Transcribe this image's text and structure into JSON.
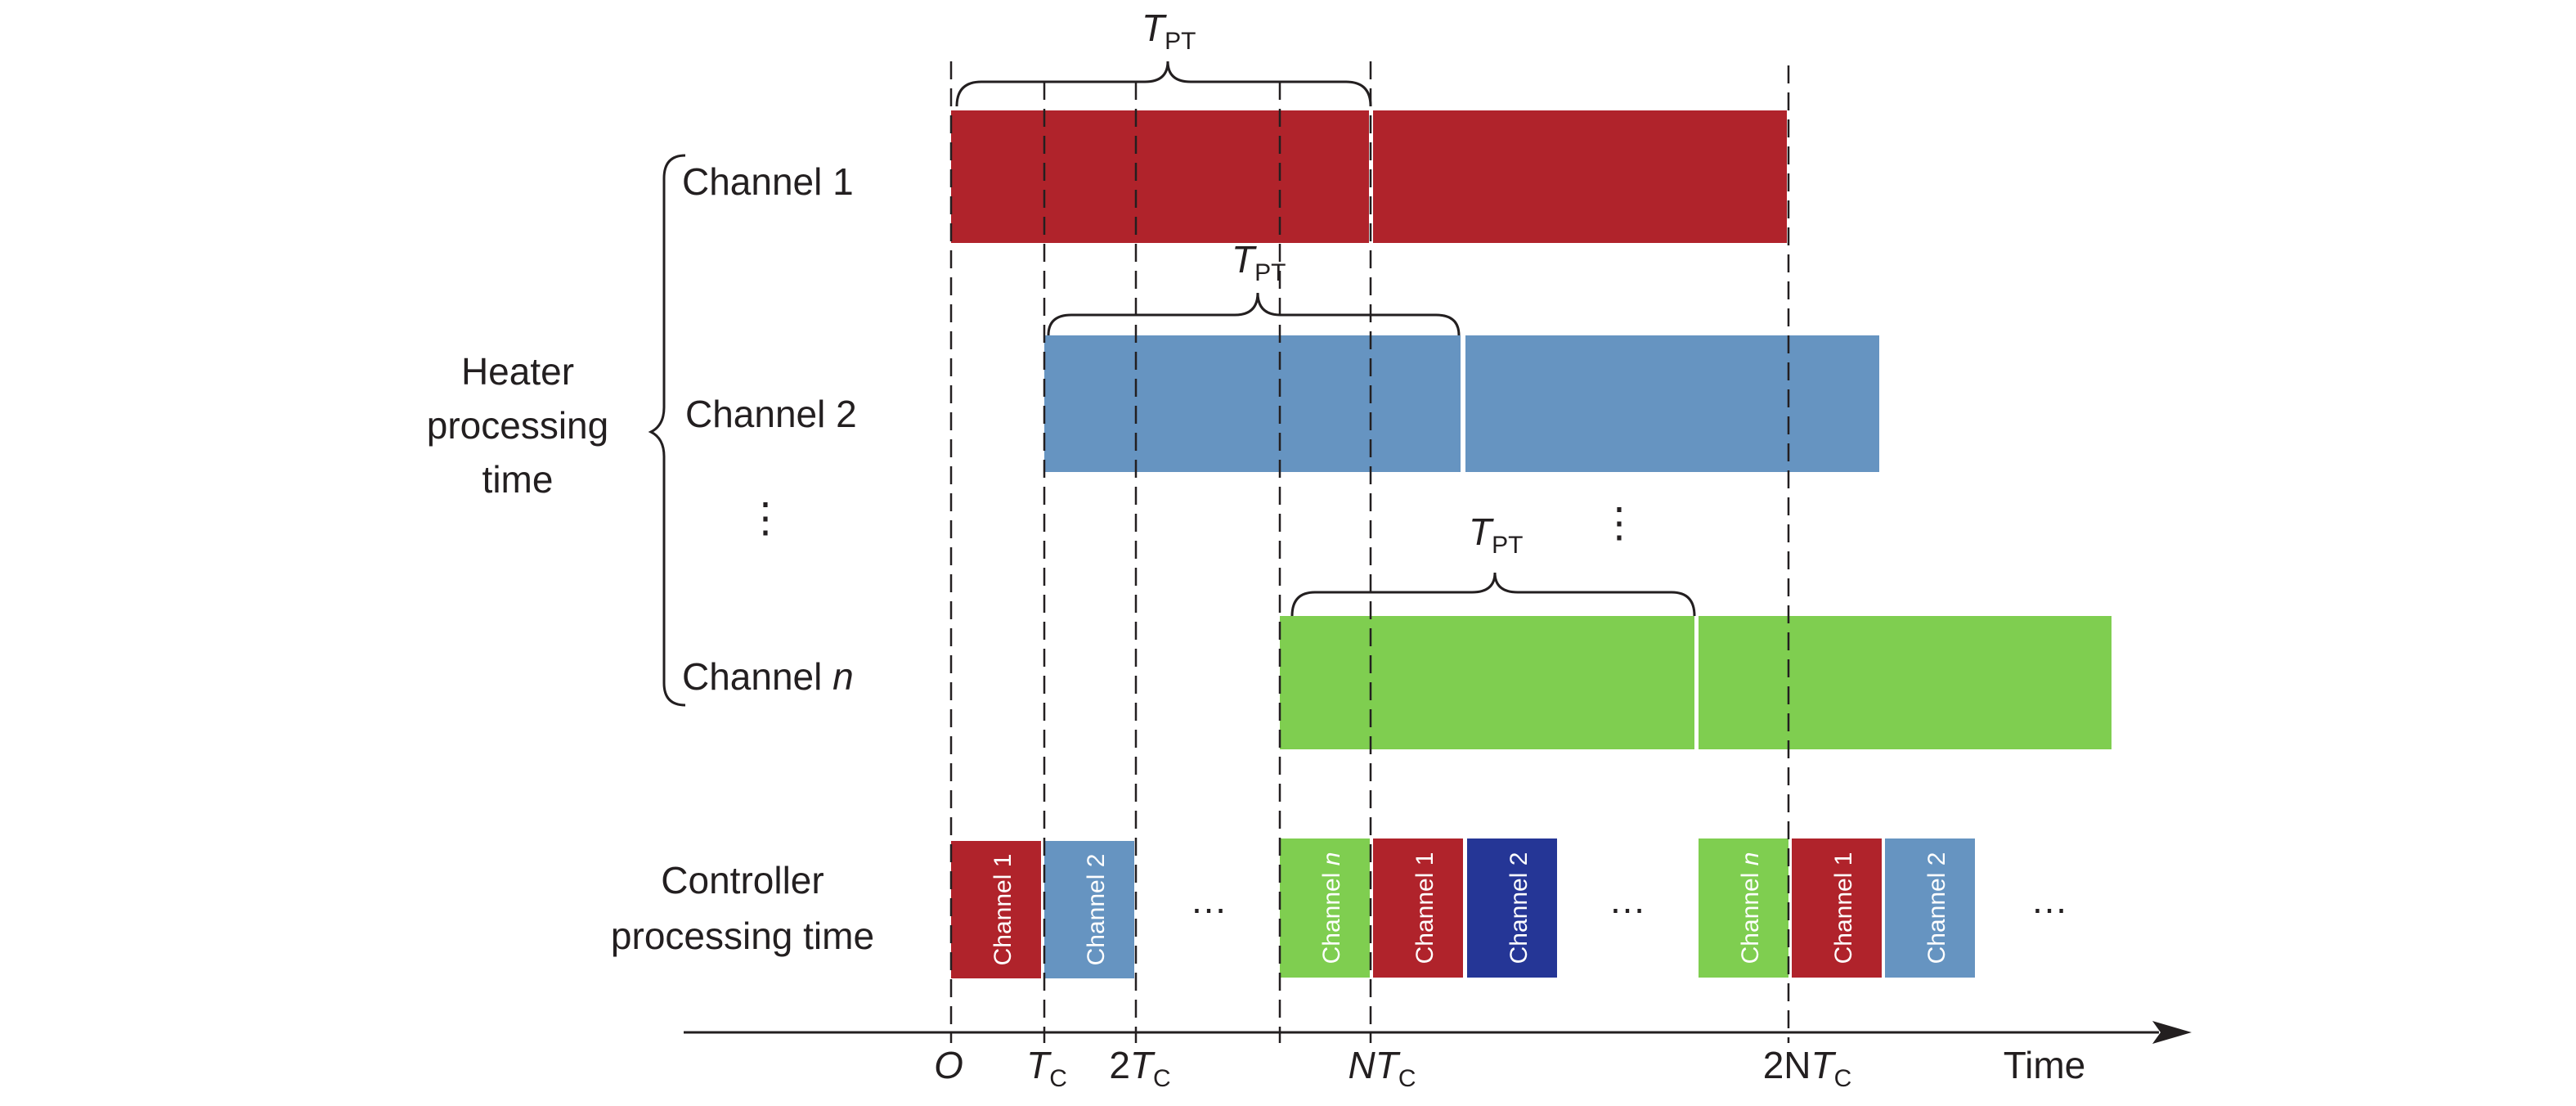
{
  "colors": {
    "channel1": "#b0232b",
    "channel2_heater": "#6694c1",
    "channel2_block": "#253696",
    "channel2_block_late": "#6694c1",
    "channel_n": "#7fce50",
    "ink": "#231f20",
    "white": "#ffffff"
  },
  "labels": {
    "group_heater": [
      "Heater",
      "processing",
      "time"
    ],
    "group_controller": [
      "Controller",
      "processing time"
    ],
    "channel_1": "Channel 1",
    "channel_2": "Channel 2",
    "channel_n_prefix": "Channel ",
    "channel_n_var": "n",
    "vdots": "⋮",
    "hdots": "…",
    "tpt_main": "T",
    "tpt_sub": "PT",
    "time": "Time"
  },
  "axis_ticks": [
    {
      "id": "origin",
      "main": "O",
      "sub": ""
    },
    {
      "id": "tc",
      "main": "T",
      "sub": "C"
    },
    {
      "id": "2tc",
      "prefix": "2",
      "main": "T",
      "sub": "C"
    },
    {
      "id": "ntc",
      "prefix": "N",
      "main": "T",
      "sub": "C"
    },
    {
      "id": "2ntc",
      "prefix": "2N",
      "main": "T",
      "sub": "C"
    }
  ],
  "controller_blocks": [
    {
      "label": "Channel 1",
      "var": "",
      "color_key": "channel1"
    },
    {
      "label": "Channel 2",
      "var": "",
      "color_key": "channel2_heater"
    },
    {
      "label": "Channel ",
      "var": "n",
      "color_key": "channel_n"
    },
    {
      "label": "Channel 1",
      "var": "",
      "color_key": "channel1"
    },
    {
      "label": "Channel 2",
      "var": "",
      "color_key": "channel2_block"
    },
    {
      "label": "Channel ",
      "var": "n",
      "color_key": "channel_n"
    },
    {
      "label": "Channel 1",
      "var": "",
      "color_key": "channel1"
    },
    {
      "label": "Channel 2",
      "var": "",
      "color_key": "channel2_block_late"
    }
  ]
}
